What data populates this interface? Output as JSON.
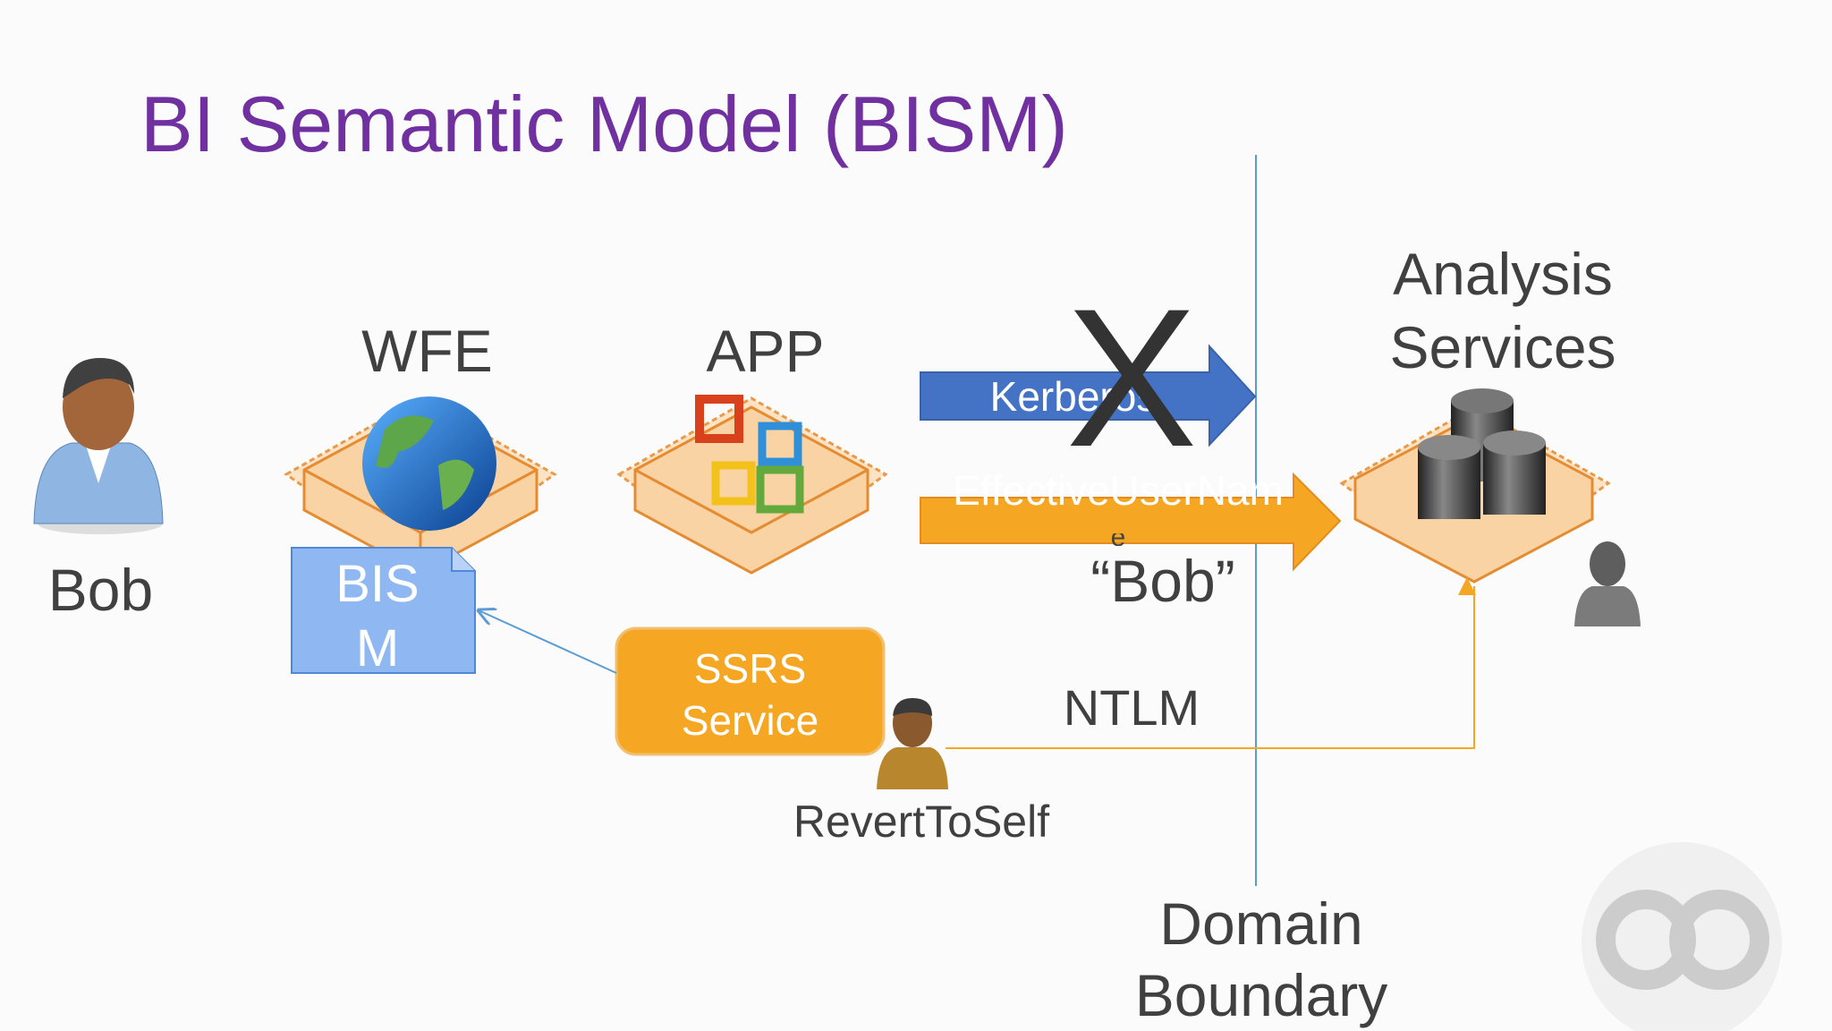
{
  "slide": {
    "title": "BI Semantic Model (BISM)"
  },
  "actors": {
    "bob": {
      "label": "Bob"
    },
    "wfe": {
      "label": "WFE"
    },
    "app": {
      "label": "APP"
    },
    "analysis_services": {
      "line1": "Analysis",
      "line2": "Services"
    }
  },
  "bism_doc": {
    "line1": "BIS",
    "line2": "M"
  },
  "ssrs_service": {
    "line1": "SSRS",
    "line2": "Service"
  },
  "arrows": {
    "kerberos": {
      "label": "Kerberos",
      "blocked_mark": "X"
    },
    "effective_user": {
      "label_line1": "EffectiveUserNam",
      "label_line2": "e",
      "value": "“Bob”"
    },
    "ntlm": {
      "label": "NTLM"
    }
  },
  "revert_label": "RevertToSelf",
  "domain_boundary": {
    "line1": "Domain",
    "line2": "Boundary"
  },
  "colors": {
    "title": "#7030a0",
    "text": "#404040",
    "kerberos_arrow": "#4472c4",
    "effective_arrow": "#f5a623",
    "ssrs_box": "#f5a623",
    "bism_doc": "#8fb8f3",
    "boundary_line": "#5b9bd5",
    "ntlm_line": "#f5a623"
  },
  "icons": {
    "bob": "person-icon",
    "wfe": "web-server-globe-icon",
    "app": "app-server-office-icon",
    "as": "analysis-server-database-icon",
    "watermark": "brand-watermark-icon"
  }
}
